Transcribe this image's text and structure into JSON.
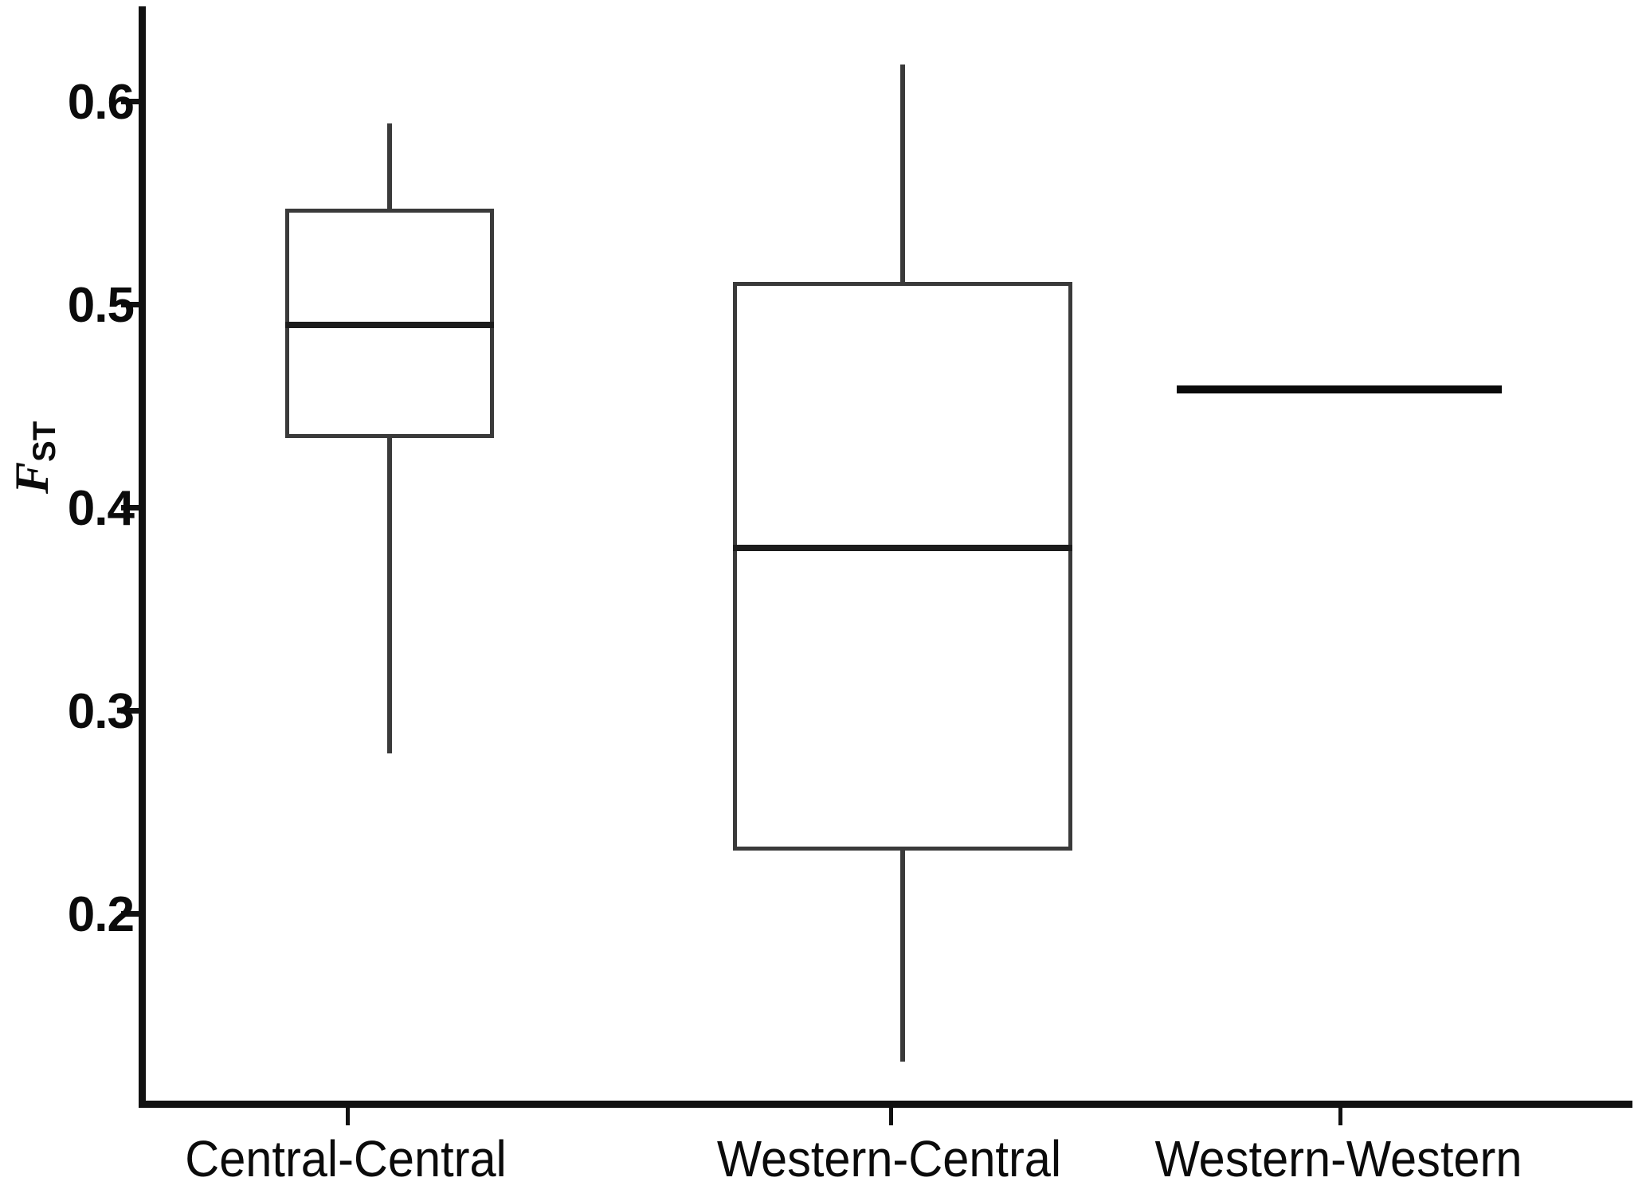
{
  "chart_data": {
    "type": "box",
    "title": "",
    "xlabel": "",
    "ylabel": "F_ST",
    "ylabel_main": "F",
    "ylabel_sub": "ST",
    "ylim": [
      0.12,
      0.645
    ],
    "grid": false,
    "legend": "none",
    "categories": [
      "Central-Central",
      "Western-Central",
      "Western-Western"
    ],
    "ytick_labels": [
      "0.6",
      "0.5",
      "0.4",
      "0.3",
      "0.2"
    ],
    "ytick_values": [
      0.6,
      0.5,
      0.4,
      0.3,
      0.2
    ],
    "boxes": [
      {
        "name": "Central-Central",
        "whisker_low": 0.279,
        "q1": 0.434,
        "median": 0.49,
        "q3": 0.547,
        "whisker_high": 0.589,
        "outliers": []
      },
      {
        "name": "Western-Central",
        "whisker_low": 0.127,
        "q1": 0.231,
        "median": 0.38,
        "q3": 0.511,
        "whisker_high": 0.618,
        "outliers": []
      },
      {
        "name": "Western-Western",
        "whisker_low": 0.458,
        "q1": 0.458,
        "median": 0.458,
        "q3": 0.458,
        "whisker_high": 0.458,
        "outliers": []
      }
    ]
  },
  "colors": {
    "axis": "#111111",
    "box_stroke": "#3a3a3a",
    "median": "#1c1c1c",
    "background": "#ffffff"
  }
}
